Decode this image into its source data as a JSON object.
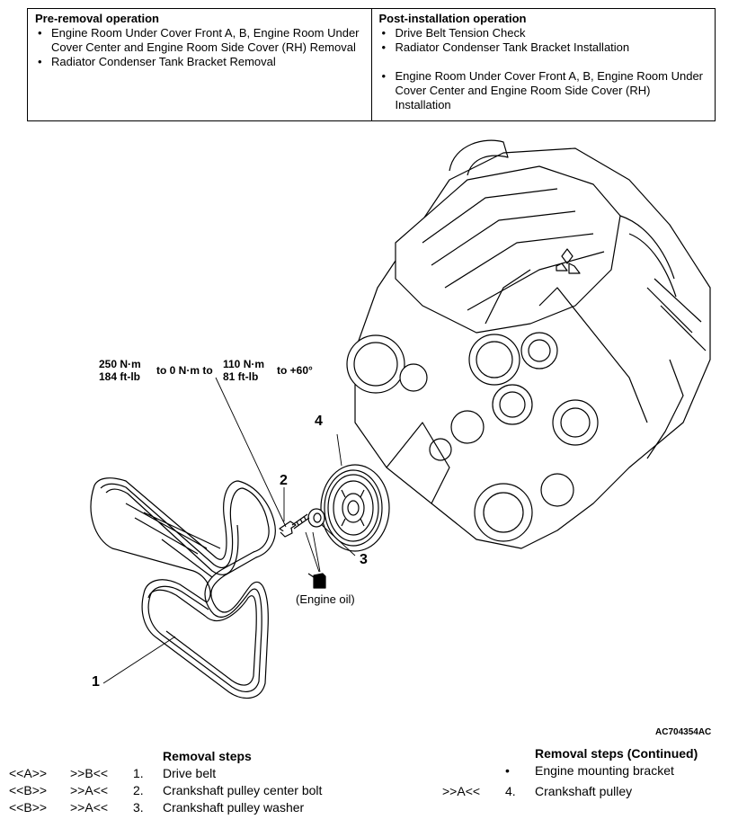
{
  "operations": {
    "pre": {
      "title": "Pre-removal operation",
      "items": [
        "Engine Room Under Cover Front A, B, Engine Room Under Cover Center and Engine Room Side Cover (RH) Removal",
        "Radiator Condenser Tank Bracket Removal"
      ]
    },
    "post": {
      "title": "Post-installation operation",
      "items": [
        "Drive Belt Tension Check",
        "Radiator Condenser Tank Bracket Installation",
        "Engine Room Under Cover Front A, B, Engine Room Under Cover Center and Engine Room Side Cover (RH) Installation"
      ]
    }
  },
  "diagram": {
    "torque": {
      "t1_nm": "250 N·m",
      "t1_ftlb": "184 ft-lb",
      "to_zero": "to 0 N·m to",
      "t2_nm": "110 N·m",
      "t2_ftlb": "81 ft-lb",
      "angle": "to +60°"
    },
    "callouts": [
      "1",
      "2",
      "3",
      "4"
    ],
    "engine_oil_note": "(Engine oil)",
    "figure_id": "AC704354AC"
  },
  "removal_steps": {
    "title": "Removal steps",
    "rows": [
      {
        "rem": "<<A>>",
        "ins": ">>B<<",
        "num": "1.",
        "label": "Drive belt"
      },
      {
        "rem": "<<B>>",
        "ins": ">>A<<",
        "num": "2.",
        "label": "Crankshaft pulley center bolt"
      },
      {
        "rem": "<<B>>",
        "ins": ">>A<<",
        "num": "3.",
        "label": "Crankshaft pulley washer"
      }
    ]
  },
  "removal_steps_continued": {
    "title": "Removal steps (Continued)",
    "rows": [
      {
        "ins": "",
        "num": "•",
        "label": "Engine mounting bracket"
      },
      {
        "ins": ">>A<<",
        "num": "4.",
        "label": "Crankshaft pulley"
      }
    ]
  }
}
